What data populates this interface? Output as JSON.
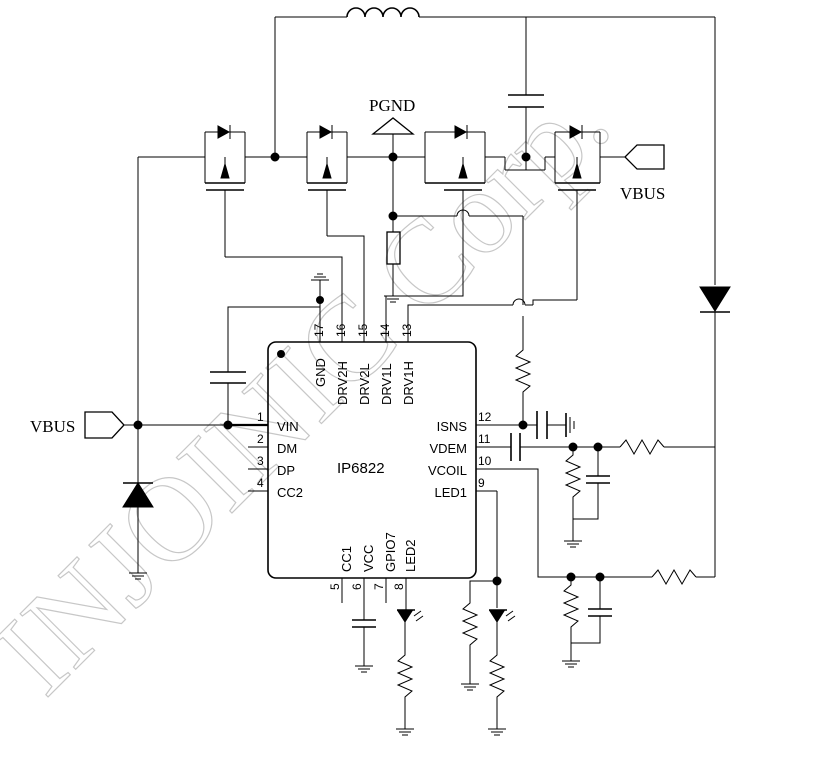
{
  "chip": {
    "name": "IP6822",
    "pins_left": [
      {
        "num": "1",
        "label": "VIN"
      },
      {
        "num": "2",
        "label": "DM"
      },
      {
        "num": "3",
        "label": "DP"
      },
      {
        "num": "4",
        "label": "CC2"
      }
    ],
    "pins_right": [
      {
        "num": "12",
        "label": "ISNS"
      },
      {
        "num": "11",
        "label": "VDEM"
      },
      {
        "num": "10",
        "label": "VCOIL"
      },
      {
        "num": "9",
        "label": "LED1"
      }
    ],
    "pins_top": [
      {
        "num": "17",
        "label": "GND"
      },
      {
        "num": "16",
        "label": "DRV2H"
      },
      {
        "num": "15",
        "label": "DRV2L"
      },
      {
        "num": "14",
        "label": "DRV1L"
      },
      {
        "num": "13",
        "label": "DRV1H"
      }
    ],
    "pins_bottom": [
      {
        "num": "5",
        "label": "CC1"
      },
      {
        "num": "6",
        "label": "VCC"
      },
      {
        "num": "7",
        "label": "GPIO7"
      },
      {
        "num": "8",
        "label": "LED2"
      }
    ]
  },
  "nets": {
    "vbus_left": "VBUS",
    "vbus_right": "VBUS",
    "pgnd": "PGND"
  },
  "watermark": "INJOINIC Corp."
}
